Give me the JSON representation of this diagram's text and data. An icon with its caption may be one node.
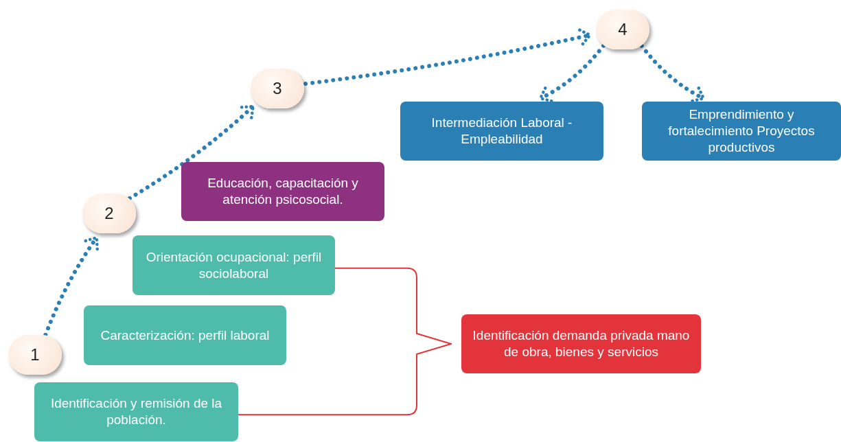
{
  "diagram": {
    "nodes": [
      {
        "text": [
          "1"
        ]
      },
      {
        "text": [
          "2"
        ]
      },
      {
        "text": [
          "3"
        ]
      },
      {
        "text": [
          "4"
        ]
      },
      {
        "text": [
          "Identificación y remisión de la población."
        ]
      },
      {
        "text": [
          "Caracterización: perfil laboral"
        ]
      },
      {
        "text": [
          "Orientación ocupacional: perfil sociolaboral"
        ]
      },
      {
        "text": [
          "Educación, capacitación y atención psicosocial."
        ]
      },
      {
        "text": [
          "Intermediación Laboral - Empleabilidad"
        ]
      },
      {
        "text": [
          "Emprendimiento y fortalecimiento Proyectos productivos"
        ]
      },
      {
        "text": [
          "Identificación demanda privada mano de obra, bienes y servicios"
        ]
      }
    ],
    "edges": [
      {
        "from": 0,
        "to": 1,
        "arrow": "to",
        "style": "dashed"
      },
      {
        "from": 1,
        "to": 2,
        "arrow": "to",
        "style": "dashed"
      },
      {
        "from": 2,
        "to": 3,
        "arrow": "to",
        "style": "dashed"
      },
      {
        "from": 3,
        "to": 8,
        "arrow": "to",
        "style": "dashed"
      },
      {
        "from": 3,
        "to": 9,
        "arrow": "to",
        "style": "dashed"
      },
      {
        "from": 6,
        "to": 10,
        "arrow": "none",
        "color": "#e3343c"
      },
      {
        "from": 4,
        "to": 10,
        "arrow": "none",
        "color": "#e3343c"
      }
    ]
  }
}
